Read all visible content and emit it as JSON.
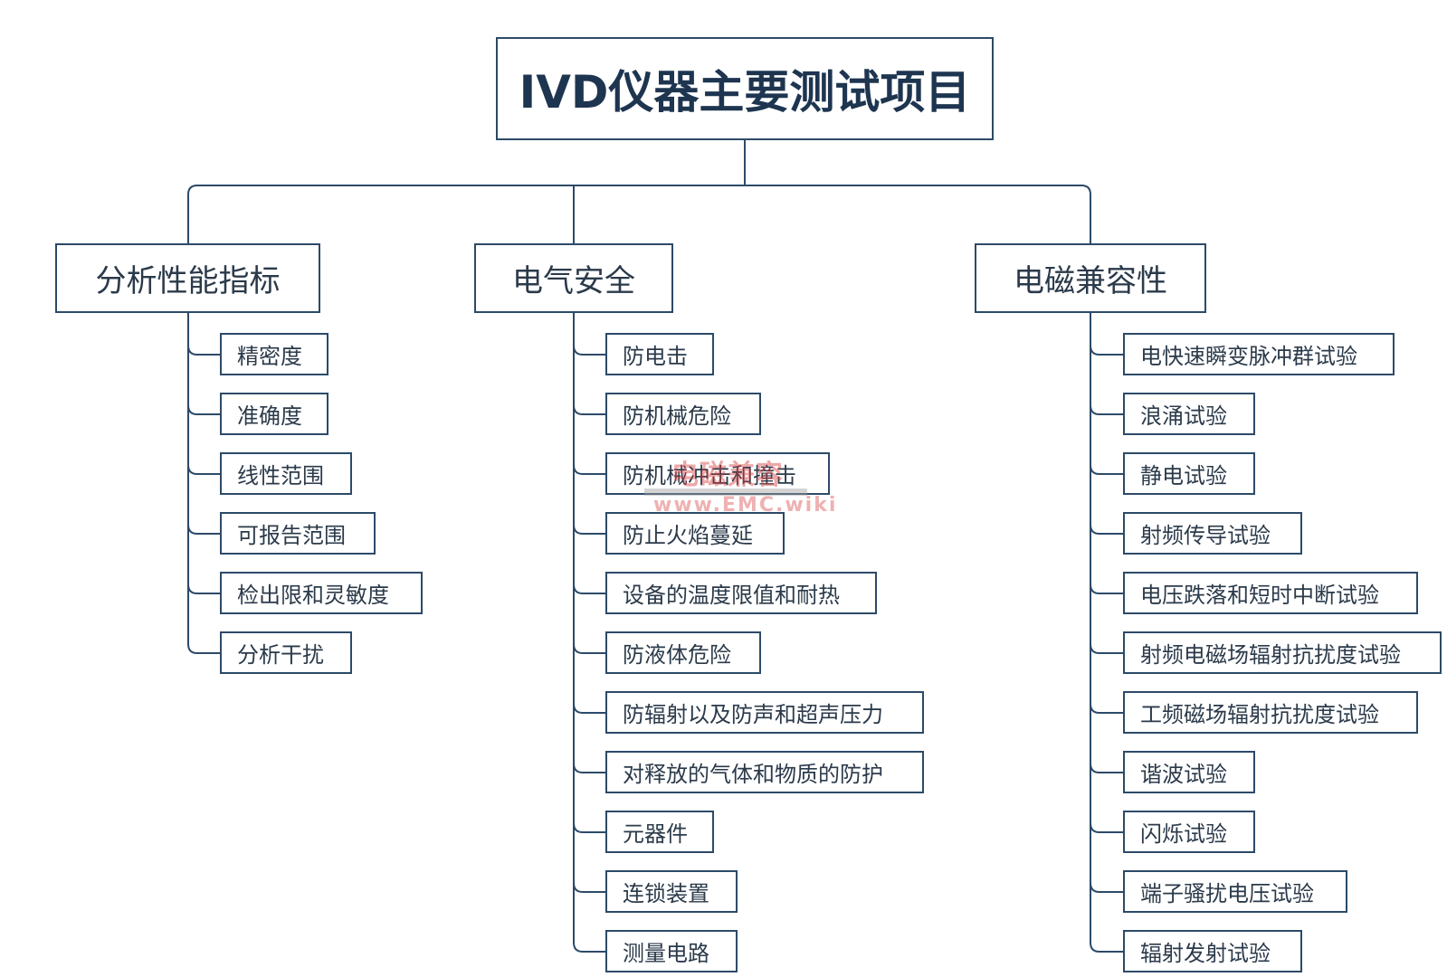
{
  "title": "IVD仪器主要测试项目",
  "line_color": "#2c4a68",
  "categories": [
    {
      "label": "分析性能指标",
      "items": [
        "精密度",
        "准确度",
        "线性范围",
        "可报告范围",
        "检出限和灵敏度",
        "分析干扰"
      ]
    },
    {
      "label": "电气安全",
      "items": [
        "防电击",
        "防机械危险",
        "防机械冲击和撞击",
        "防止火焰蔓延",
        "设备的温度限值和耐热",
        "防液体危险",
        "防辐射以及防声和超声压力",
        "对释放的气体和物质的防护",
        "元器件",
        "连锁装置",
        "测量电路"
      ]
    },
    {
      "label": "电磁兼容性",
      "items": [
        "电快速瞬变脉冲群试验",
        "浪涌试验",
        "静电试验",
        "射频传导试验",
        "电压跌落和短时中断试验",
        "射频电磁场辐射抗扰度试验",
        "工频磁场辐射抗扰度试验",
        "谐波试验",
        "闪烁试验",
        "端子骚扰电压试验",
        "辐射发射试验"
      ]
    }
  ],
  "watermark": {
    "line1": "电磁兼容",
    "line2": "www.EMC.wiki"
  }
}
